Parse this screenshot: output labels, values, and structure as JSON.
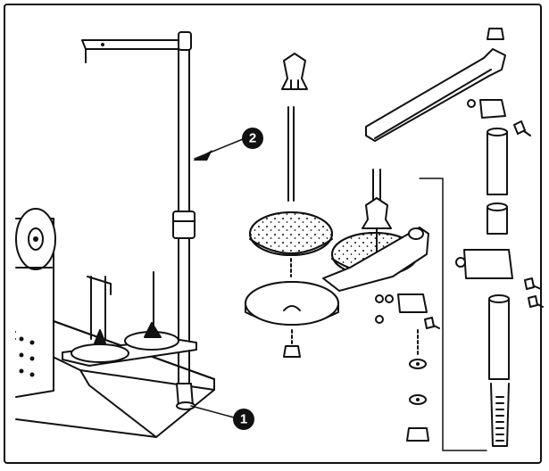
{
  "diagram": {
    "callouts": [
      {
        "id": "1",
        "label": "1"
      },
      {
        "id": "2",
        "label": "2"
      }
    ]
  },
  "colors": {
    "line": "#111111",
    "fill": "#ffffff",
    "shade": "#222222"
  }
}
